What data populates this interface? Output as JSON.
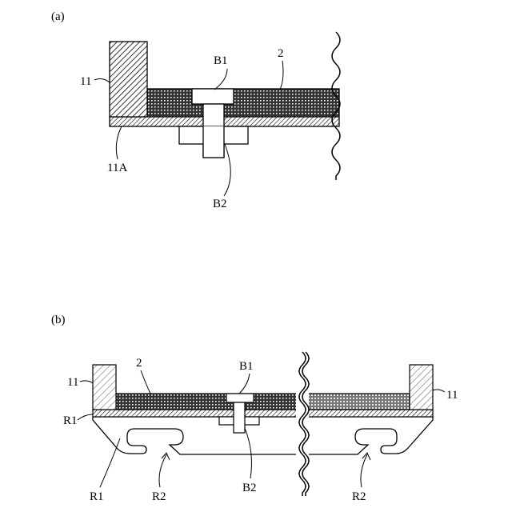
{
  "panel_a": {
    "panel_label": "(a)",
    "labels": {
      "part_11": "11",
      "part_11a": "11A",
      "bolt_b1": "B1",
      "bolt_b2": "B2",
      "plate_2": "2"
    }
  },
  "panel_b": {
    "panel_label": "(b)",
    "labels": {
      "part_11_left": "11",
      "part_11_right": "11",
      "plate_2": "2",
      "bolt_b1": "B1",
      "bolt_b2": "B2",
      "r1_upper": "R1",
      "r1_lower": "R1",
      "r2_left": "R2",
      "r2_right": "R2"
    }
  },
  "colors": {
    "line": "#000000",
    "background": "#ffffff"
  }
}
